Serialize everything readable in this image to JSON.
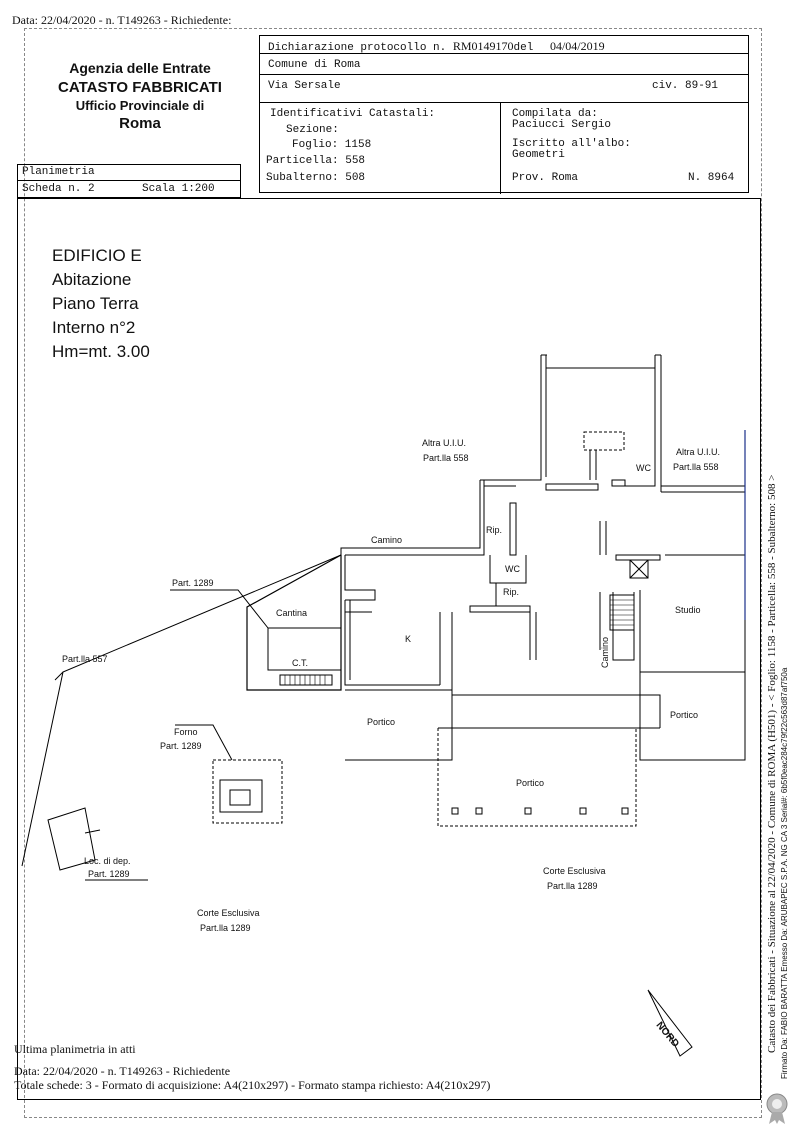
{
  "top_header": "Data: 22/04/2020 - n. T149263 - Richiedente:",
  "agency": {
    "line1": "Agenzia delle Entrate",
    "line2": "CATASTO FABBRICATI",
    "line3": "Ufficio Provinciale di",
    "line4": "Roma"
  },
  "plan_box": {
    "title": "Planimetria",
    "scheda": "Scheda n. 2",
    "scala": "Scala 1:200"
  },
  "protocol": {
    "declaration_label": "Dichiarazione protocollo n.",
    "protocol_number": "RM0149170",
    "del_label": "del",
    "date": "04/04/2019",
    "comune": "Comune di Roma",
    "via": "Via Sersale",
    "civ": "civ. 89-91",
    "identificativi_title": "Identificativi Catastali:",
    "sezione": "Sezione:",
    "foglio": "Foglio: 1158",
    "particella": "Particella: 558",
    "subalterno": "Subalterno: 508",
    "compilata_label": "Compilata da:",
    "compilata_name": "Paciucci Sergio",
    "iscritto_label": "Iscritto all'albo:",
    "iscritto_value": "Geometri",
    "prov": "Prov. Roma",
    "number": "N. 8964"
  },
  "title_block": {
    "line1": "EDIFICIO E",
    "line2": "Abitazione",
    "line3": "Piano Terra",
    "line4": "Interno n°2",
    "line5": "Hm=mt. 3.00"
  },
  "labels": {
    "altra_left_1": "Altra U.I.U.",
    "altra_left_2": "Part.lla 558",
    "altra_right_1": "Altra U.I.U.",
    "altra_right_2": "Part.lla 558",
    "wc_top": "WC",
    "rip1": "Rip.",
    "wc_mid": "WC",
    "rip2": "Rip.",
    "camino_top": "Camino",
    "part_1289_a": "Part. 1289",
    "cantina": "Cantina",
    "ct": "C.T.",
    "k": "K",
    "studio": "Studio",
    "camino_vert": "Camino",
    "part_557": "Part.lla 557",
    "portico_left": "Portico",
    "portico_center": "Portico",
    "portico_right": "Portico",
    "forno": "Forno",
    "part_1289_b": "Part. 1289",
    "loc_dep": "Loc. di dep.",
    "part_1289_c": "Part. 1289",
    "corte_right_1": "Corte Esclusiva",
    "corte_right_2": "Part.lla 1289",
    "corte_left_1": "Corte Esclusiva",
    "corte_left_2": "Part.lla 1289",
    "nord": "NORD"
  },
  "footer": {
    "line1": "Ultima planimetria in atti",
    "line2": "Data: 22/04/2020 - n. T149263 - Richiedente",
    "line3": "Totale schede: 3 - Formato di acquisizione: A4(210x297) - Formato stampa richiesto: A4(210x297)"
  },
  "side": {
    "main": "Catasto dei Fabbricati - Situazione al 22/04/2020 - Comune di ROMA (H501) - < Foglio: 1158 - Particella: 558 - Subalterno: 508 >",
    "signature": "Firmato Da: FABIO BARATTA Emesso Da: ARUBAPEC S.P.A. NG CA 3 Serial#: 6b5f0eac284c79f22c563d87af750a"
  }
}
